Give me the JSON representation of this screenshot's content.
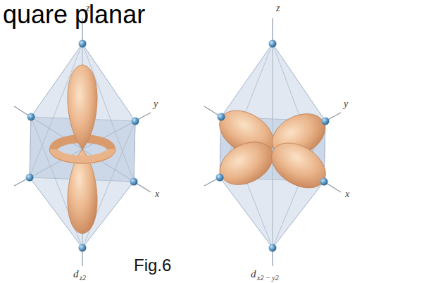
{
  "diagram": {
    "labels": [
      "quare planar",
      "z",
      "y",
      "x",
      "z",
      "y",
      "x",
      "d",
      "z2",
      "Fig.6",
      "d",
      "x2 − y2"
    ]
  }
}
